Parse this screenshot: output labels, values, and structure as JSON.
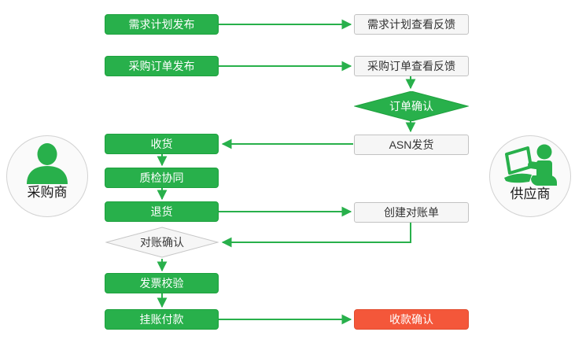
{
  "diagram": {
    "actors": {
      "buyer": {
        "label": "采购商"
      },
      "supplier": {
        "label": "供应商"
      }
    },
    "buyer_lane": {
      "demand_plan_publish": {
        "label": "需求计划发布"
      },
      "po_publish": {
        "label": "采购订单发布"
      },
      "receive_goods": {
        "label": "收货"
      },
      "quality_collab": {
        "label": "质检协同"
      },
      "return_goods": {
        "label": "退货"
      },
      "recon_confirm": {
        "label": "对账确认"
      },
      "invoice_verify": {
        "label": "发票校验"
      },
      "book_payment": {
        "label": "挂账付款"
      }
    },
    "supplier_lane": {
      "demand_plan_feedback": {
        "label": "需求计划查看反馈"
      },
      "po_feedback": {
        "label": "采购订单查看反馈"
      },
      "order_confirm": {
        "label": "订单确认"
      },
      "asn_ship": {
        "label": "ASN发货"
      },
      "create_statement": {
        "label": "创建对账单"
      },
      "payment_confirm": {
        "label": "收款确认"
      }
    },
    "colors": {
      "process_green": "#28b04b",
      "terminal_red": "#f4573a",
      "neutral_fill": "#f6f6f6",
      "neutral_border": "#c2c2c2"
    }
  }
}
